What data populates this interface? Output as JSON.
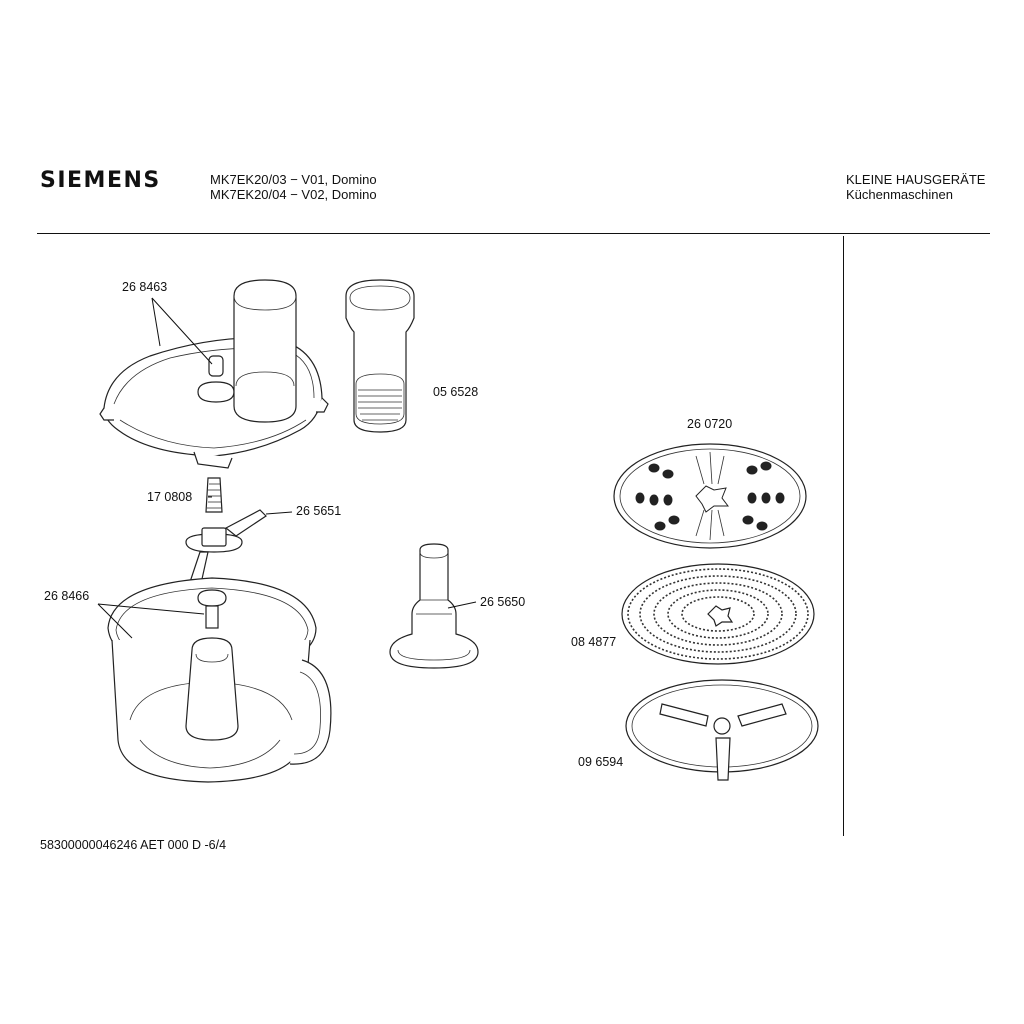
{
  "header": {
    "brand": "SIEMENS",
    "model_line_1": "MK7EK20/03 − V01, Domino",
    "model_line_2": "MK7EK20/04 − V02, Domino",
    "category_line_1": "KLEINE HAUSGERÄTE",
    "category_line_2": "Küchenmaschinen"
  },
  "parts": {
    "lid": "26 8463",
    "pusher": "05 6528",
    "coupling": "17 0808",
    "blade": "26 5651",
    "bowl": "26 8466",
    "drive_shaft": "26 5650",
    "slicing_disc": "26 0720",
    "grating_disc": "08 4877",
    "carrier_disc": "09 6594"
  },
  "footer": {
    "doc_number": "58300000046246 AET 000 D -6/4"
  }
}
